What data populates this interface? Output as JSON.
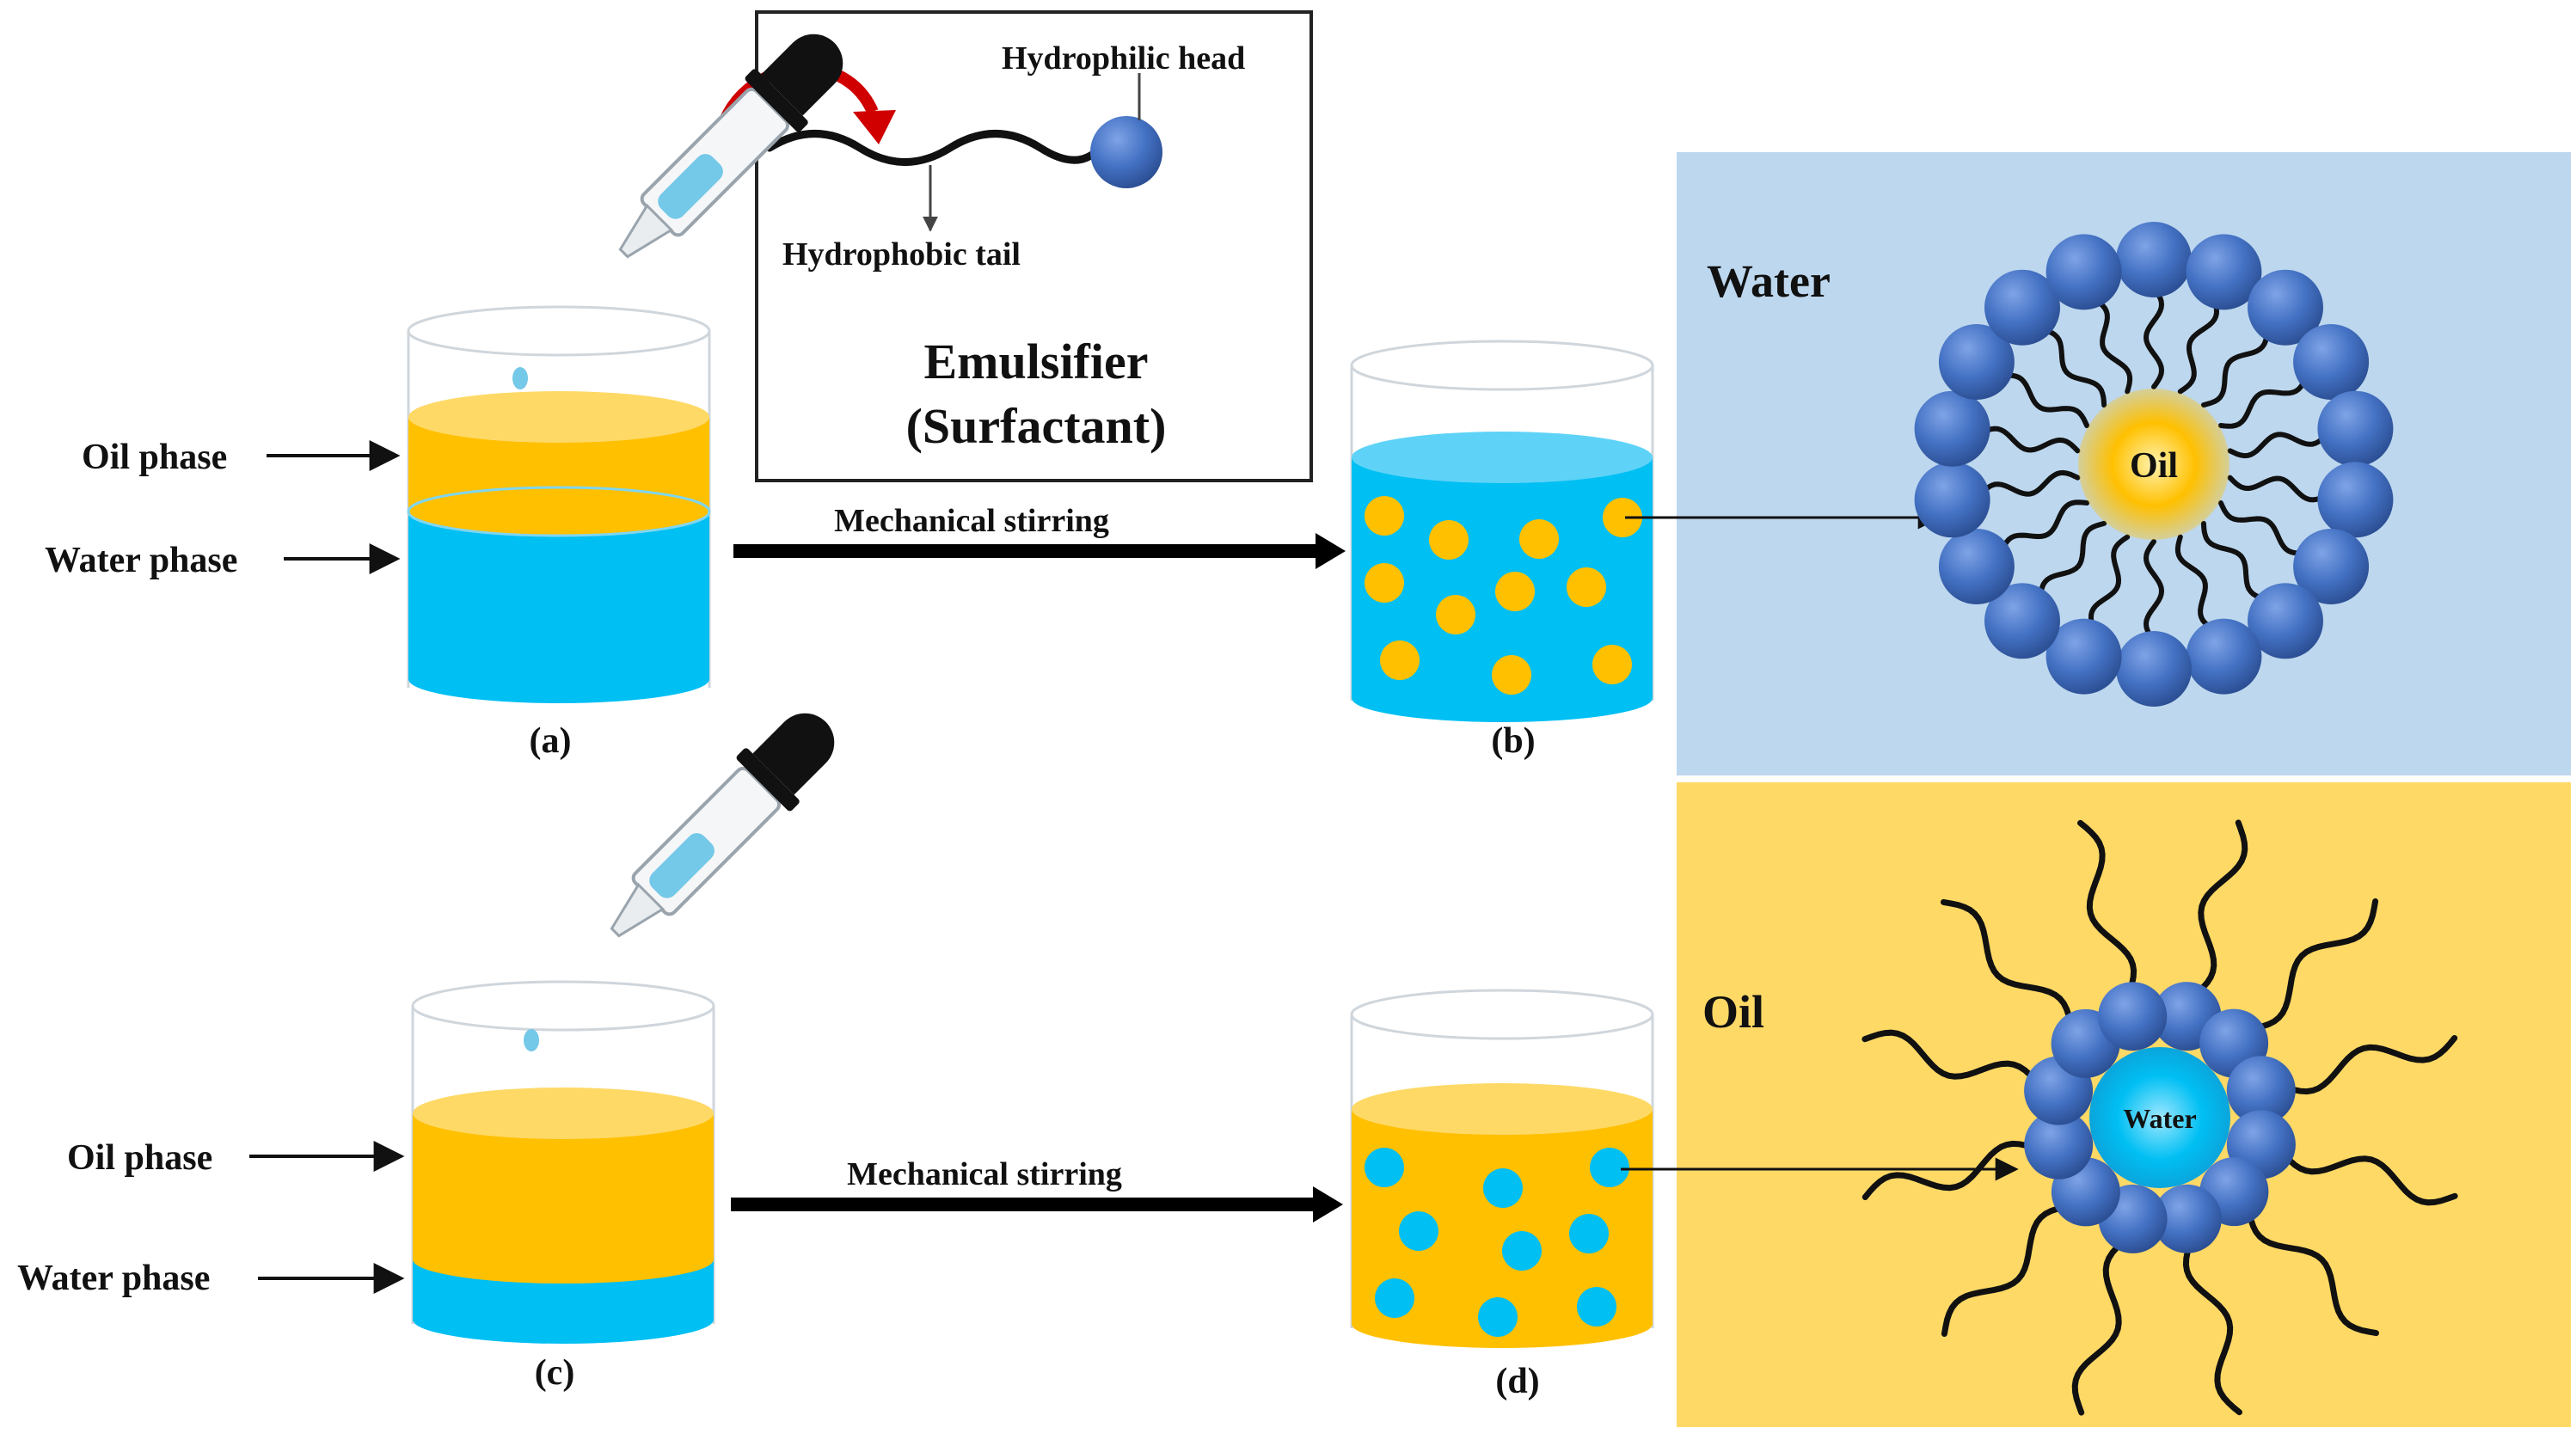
{
  "labels": {
    "oil_phase": "Oil phase",
    "water_phase": "Water phase",
    "mechanical_stirring": "Mechanical stirring",
    "panel_a": "(a)",
    "panel_b": "(b)",
    "panel_c": "(c)",
    "panel_d": "(d)"
  },
  "surfactant_box": {
    "hydrophilic_head": "Hydrophilic head",
    "hydrophobic_tail": "Hydrophobic tail",
    "title_line1": "Emulsifier",
    "title_line2": "(Surfactant)"
  },
  "micelle_top": {
    "medium": "Water",
    "core": "Oil"
  },
  "micelle_bottom": {
    "medium": "Oil",
    "core": "Water"
  },
  "colors": {
    "oil": "#FFC000",
    "oil_top": "#FFD966",
    "water": "#00BFF3",
    "water_top": "#5ED3F7",
    "head": "#4472C4",
    "water_panel": "#BDD7EE",
    "oil_panel": "#FFD966",
    "arrow_red": "#D00000"
  }
}
